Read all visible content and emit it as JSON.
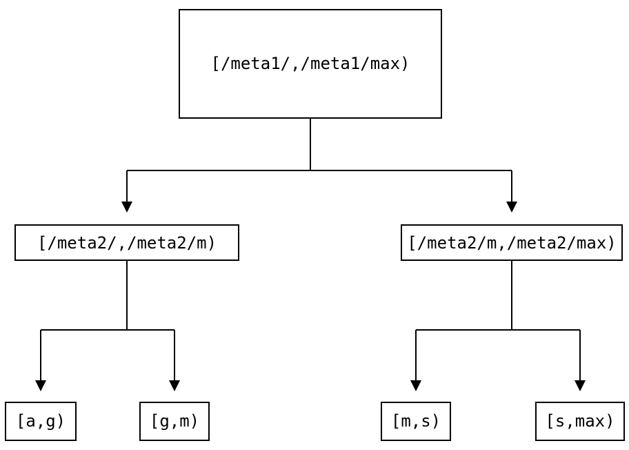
{
  "diagram": {
    "type": "tree",
    "background_color": "#ffffff",
    "line_color": "#000000",
    "text_color": "#000000",
    "nodes": {
      "root": {
        "label": "[/meta1/,/meta1/max)"
      },
      "left": {
        "label": "[/meta2/,/meta2/m)"
      },
      "right": {
        "label": "[/meta2/m,/meta2/max)"
      },
      "leaf1": {
        "label": "[a,g)"
      },
      "leaf2": {
        "label": "[g,m)"
      },
      "leaf3": {
        "label": "[m,s)"
      },
      "leaf4": {
        "label": "[s,max)"
      }
    },
    "edges": [
      {
        "from": "root",
        "to": "left"
      },
      {
        "from": "root",
        "to": "right"
      },
      {
        "from": "left",
        "to": "leaf1"
      },
      {
        "from": "left",
        "to": "leaf2"
      },
      {
        "from": "right",
        "to": "leaf3"
      },
      {
        "from": "right",
        "to": "leaf4"
      }
    ]
  }
}
